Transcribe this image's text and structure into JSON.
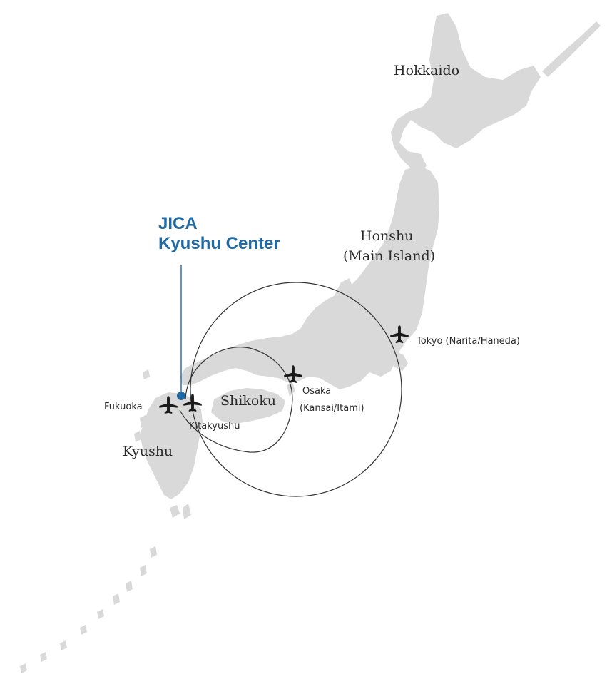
{
  "map": {
    "regions": {
      "hokkaido": "Hokkaido",
      "honshu": "Honshu",
      "honshu_sub": "(Main Island)",
      "shikoku": "Shikoku",
      "kyushu": "Kyushu"
    },
    "marker": {
      "line1": "JICA",
      "line2": "Kyushu Center"
    },
    "airports": {
      "tokyo": "Tokyo (Narita/Haneda)",
      "osaka": "Osaka",
      "osaka_sub": "(Kansai/Itami)",
      "fukuoka": "Fukuoka",
      "kitakyushu": "Kitakyushu"
    },
    "colors": {
      "land": "#d9d9d9",
      "route": "#333333",
      "marker": "#1f6aa5",
      "plane": "#1a1a1a"
    }
  }
}
